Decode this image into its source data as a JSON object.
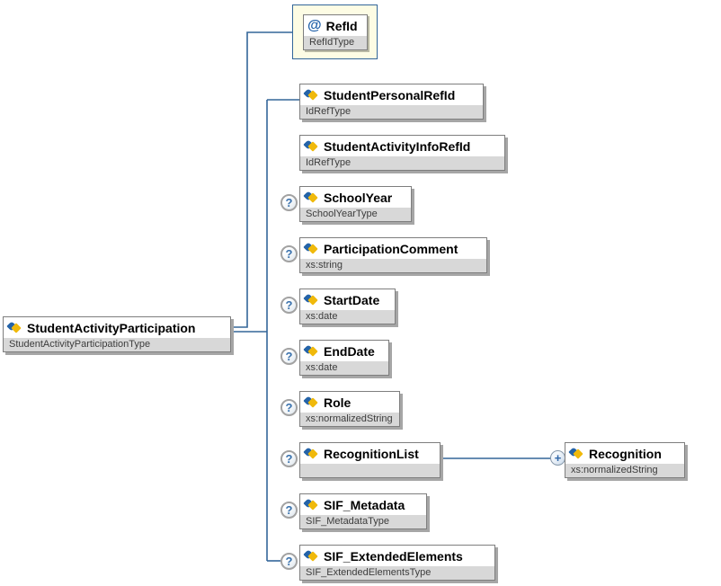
{
  "root": {
    "name": "StudentActivityParticipation",
    "type": "StudentActivityParticipationType"
  },
  "attribute": {
    "name": "RefId",
    "type": "RefIdType"
  },
  "children": [
    {
      "name": "StudentPersonalRefId",
      "type": "IdRefType",
      "optional": false
    },
    {
      "name": "StudentActivityInfoRefId",
      "type": "IdRefType",
      "optional": false
    },
    {
      "name": "SchoolYear",
      "type": "SchoolYearType",
      "optional": true
    },
    {
      "name": "ParticipationComment",
      "type": "xs:string",
      "optional": true
    },
    {
      "name": "StartDate",
      "type": "xs:date",
      "optional": true
    },
    {
      "name": "EndDate",
      "type": "xs:date",
      "optional": true
    },
    {
      "name": "Role",
      "type": "xs:normalizedString",
      "optional": true
    },
    {
      "name": "RecognitionList",
      "type": "",
      "optional": true
    },
    {
      "name": "SIF_Metadata",
      "type": "SIF_MetadataType",
      "optional": true
    },
    {
      "name": "SIF_ExtendedElements",
      "type": "SIF_ExtendedElementsType",
      "optional": true
    }
  ],
  "grandchild": {
    "name": "Recognition",
    "type": "xs:normalizedString",
    "occurrence": "one-or-more"
  },
  "badges": {
    "optional": "?",
    "one_or_more": "+",
    "attribute_marker": "@"
  },
  "colors": {
    "connector": "#336699",
    "node_border": "#7e7e7e",
    "type_band_bg": "#d8d8d8",
    "attribute_box_bg": "#fdfce4",
    "shadow": "#a6a6a6",
    "badge_glyph": "#3a72ad",
    "icon_blue": "#2463a8",
    "icon_gold": "#f0b90b"
  }
}
